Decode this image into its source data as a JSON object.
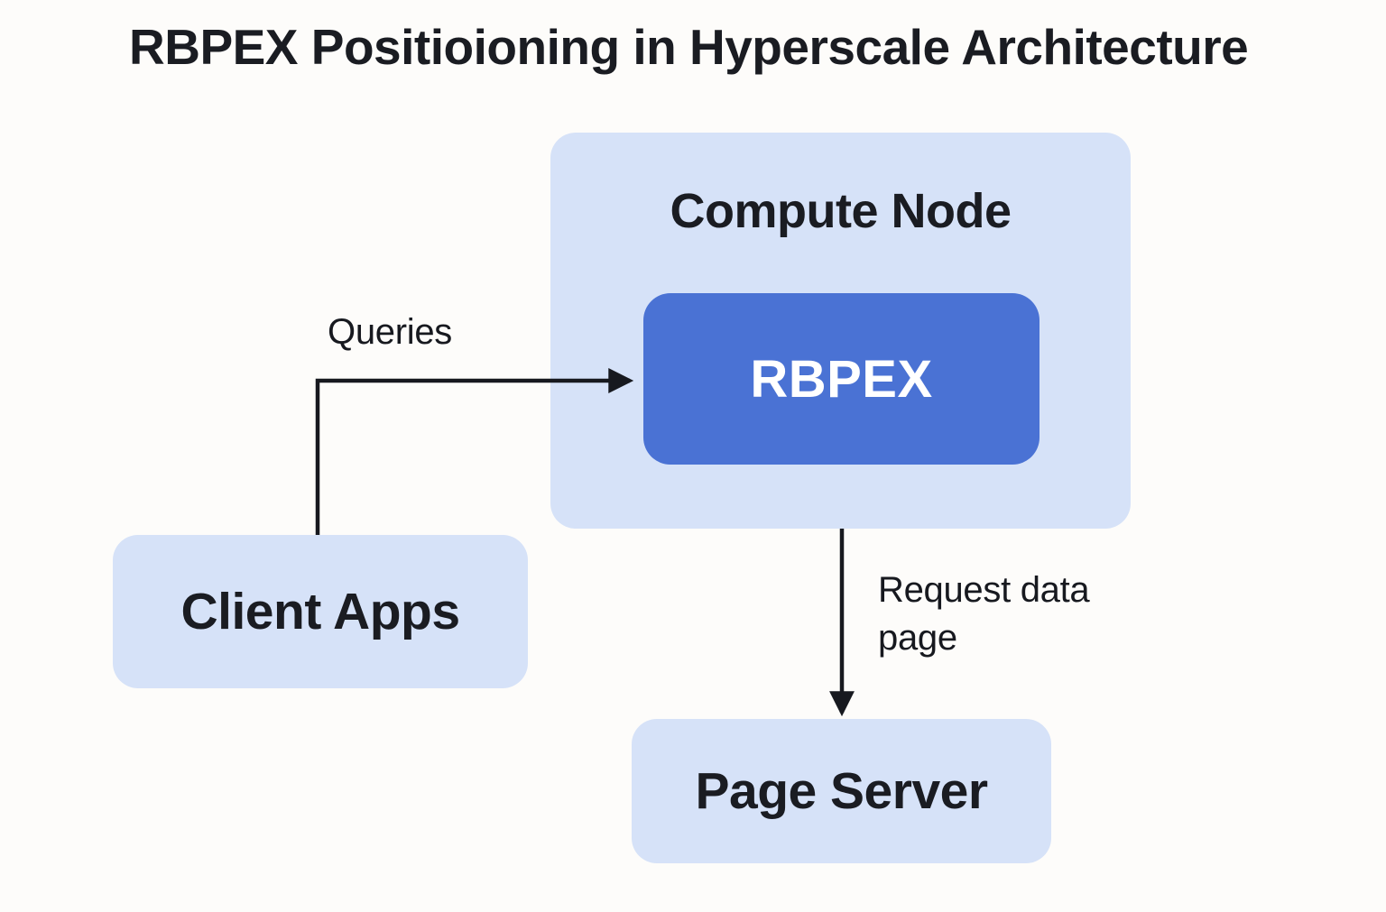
{
  "title": "RBPEX Positioioning in Hyperscale Architecture",
  "nodes": {
    "compute_node": {
      "label": "Compute Node"
    },
    "rbpex": {
      "label": "RBPEX"
    },
    "client_apps": {
      "label": "Client Apps"
    },
    "page_server": {
      "label": "Page Server"
    }
  },
  "edges": {
    "queries": {
      "label": "Queries",
      "from": "client_apps",
      "to": "rbpex"
    },
    "request": {
      "label": "Request data page",
      "from": "compute_node",
      "to": "page_server"
    }
  },
  "colors": {
    "background": "#fdfcfa",
    "node_fill_light": "#d6e2f8",
    "rbpex_fill": "#4a72d4",
    "rbpex_text": "#ffffff",
    "text": "#1a1c22",
    "arrow": "#17191f"
  }
}
